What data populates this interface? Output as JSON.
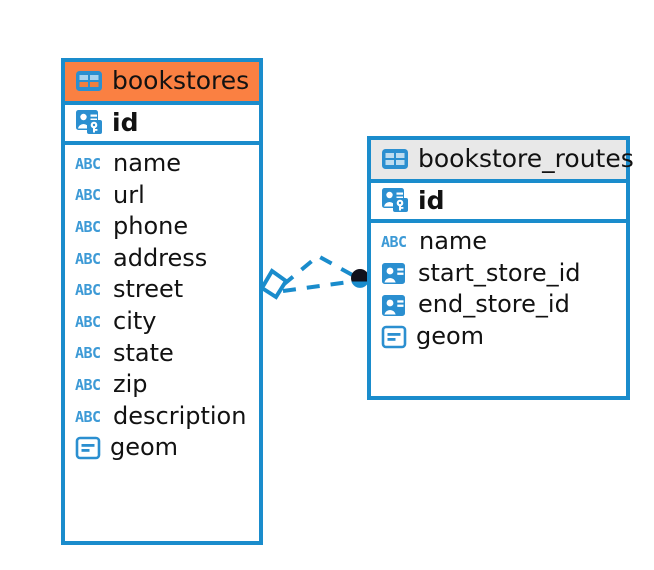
{
  "diagram": {
    "title": "bookstores / bookstore_routes ER diagram",
    "colors": {
      "accent_blue": "#1a8ccc",
      "icon_blue": "#2b8fd0",
      "abc_blue": "#3d9ad6",
      "header_orange": "#fa8042",
      "header_gray": "#e8e8e8",
      "text_dark": "#121212",
      "endpoint_dark": "#0c0c14",
      "background": "#ffffff"
    }
  },
  "tables": [
    {
      "name": "bookstores",
      "header_icon": "table-icon",
      "header_style": "orange",
      "primary_key": {
        "name": "id",
        "icon": "primary-key-icon"
      },
      "fields": [
        {
          "name": "name",
          "icon": "abc-text-icon"
        },
        {
          "name": "url",
          "icon": "abc-text-icon"
        },
        {
          "name": "phone",
          "icon": "abc-text-icon"
        },
        {
          "name": "address",
          "icon": "abc-text-icon"
        },
        {
          "name": "street",
          "icon": "abc-text-icon"
        },
        {
          "name": "city",
          "icon": "abc-text-icon"
        },
        {
          "name": "state",
          "icon": "abc-text-icon"
        },
        {
          "name": "zip",
          "icon": "abc-text-icon"
        },
        {
          "name": "description",
          "icon": "abc-text-icon"
        },
        {
          "name": "geom",
          "icon": "geometry-icon"
        }
      ]
    },
    {
      "name": "bookstore_routes",
      "header_icon": "table-icon",
      "header_style": "gray",
      "primary_key": {
        "name": "id",
        "icon": "primary-key-icon"
      },
      "fields": [
        {
          "name": "name",
          "icon": "abc-text-icon"
        },
        {
          "name": "start_store_id",
          "icon": "foreign-key-icon"
        },
        {
          "name": "end_store_id",
          "icon": "foreign-key-icon"
        },
        {
          "name": "geom",
          "icon": "geometry-icon"
        }
      ]
    }
  ],
  "relationship": {
    "label": "",
    "style": "dashed",
    "source_marker": "diamond-outline-marker",
    "target_marker": "filled-circle-marker",
    "branches": 2
  }
}
